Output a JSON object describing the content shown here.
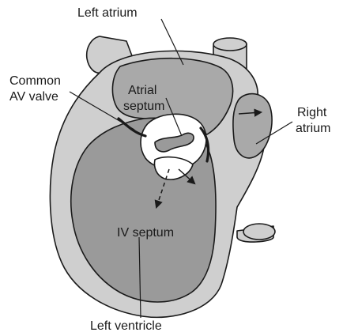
{
  "colors": {
    "outline": "#1a1a1a",
    "light_fill": "#cfcfcf",
    "mid_fill": "#a9a9a9",
    "dark_fill": "#9a9a9a",
    "valve_fill": "#ffffff"
  },
  "labels": {
    "left_atrium": "Left atrium",
    "common_av_valve_line1": "Common",
    "common_av_valve_line2": "AV valve",
    "atrial_septum_line1": "Atrial",
    "atrial_septum_line2": "septum",
    "right_atrium_line1": "Right",
    "right_atrium_line2": "atrium",
    "iv_septum": "IV septum",
    "left_ventricle": "Left ventricle"
  }
}
